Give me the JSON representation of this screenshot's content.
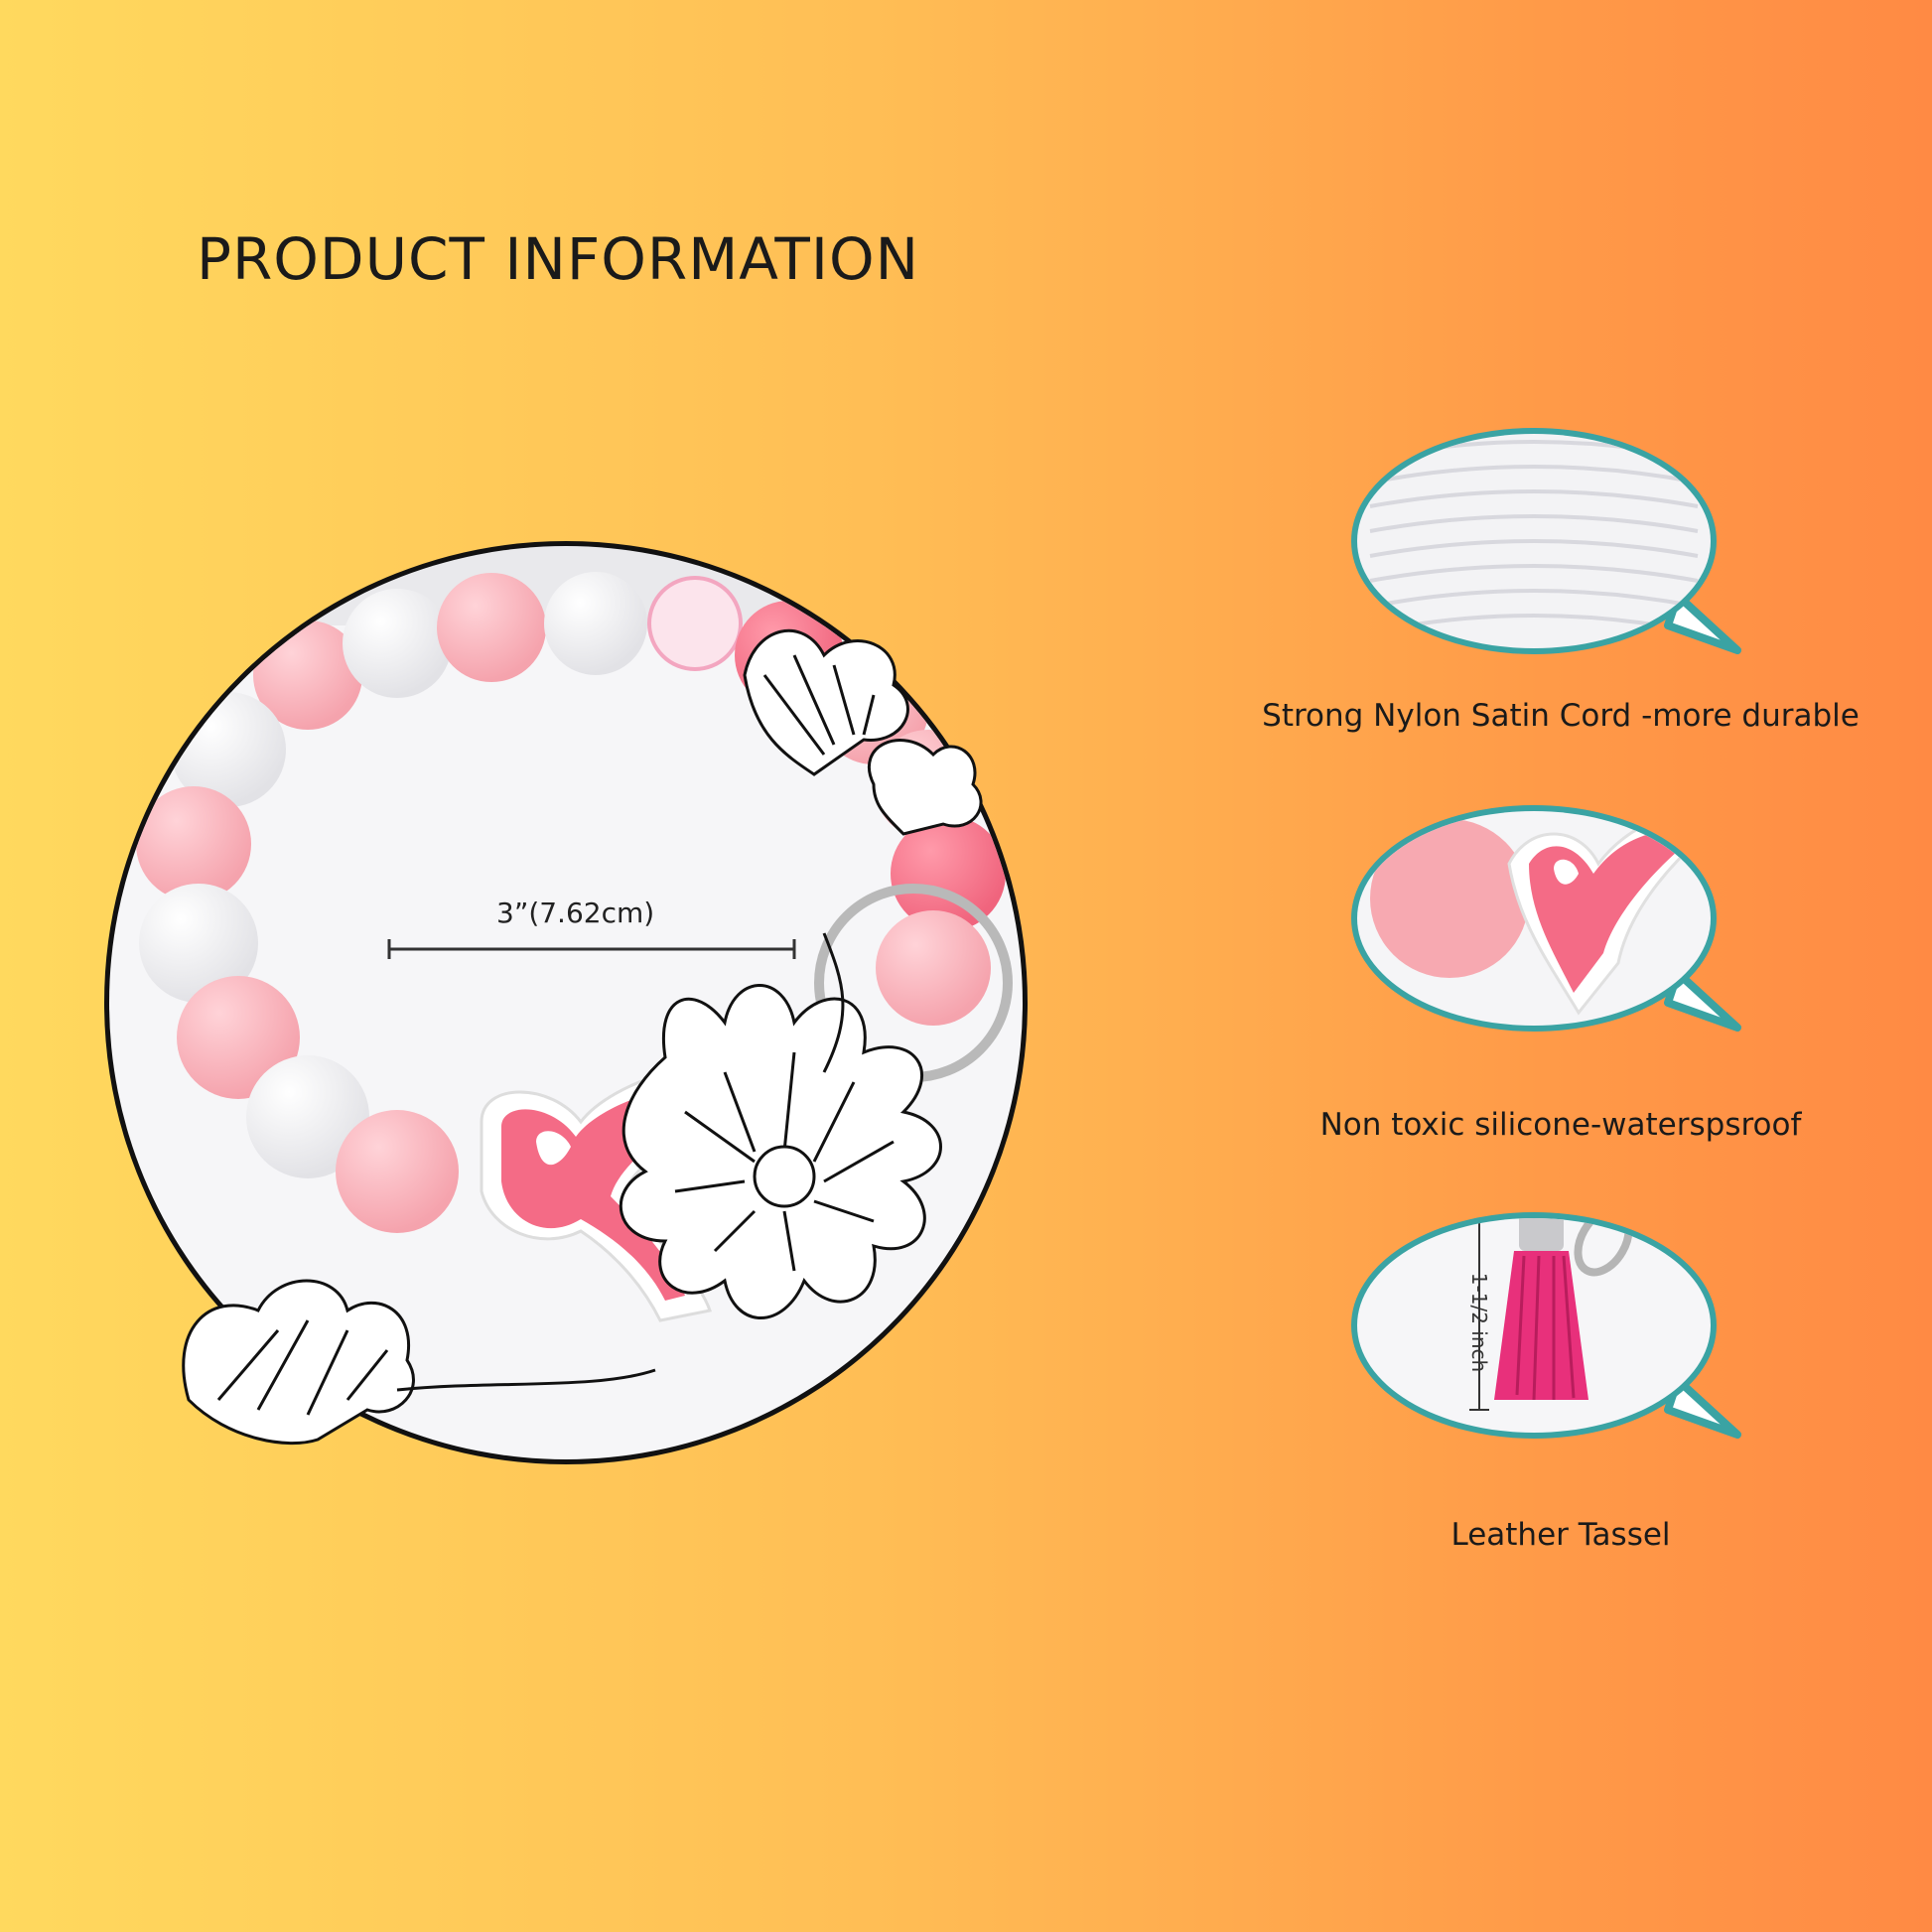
{
  "title": "PRODUCT INFORMATION",
  "main_image": {
    "measurement": "3”(7.62cm)"
  },
  "features": [
    {
      "icon": "nylon-cord-spool",
      "caption": "Strong Nylon Satin Cord -more durable"
    },
    {
      "icon": "silicone-bead-ribbon",
      "caption": "Non toxic silicone-waterspsroof"
    },
    {
      "icon": "leather-tassel",
      "caption": "Leather Tassel",
      "dimension": "1-1/2 inch"
    }
  ],
  "colors": {
    "bubble_outline": "#3aa3a3",
    "light_pink": "#f8b5bd",
    "hot_pink": "#f46b86",
    "tassel_pink": "#e8307b"
  }
}
